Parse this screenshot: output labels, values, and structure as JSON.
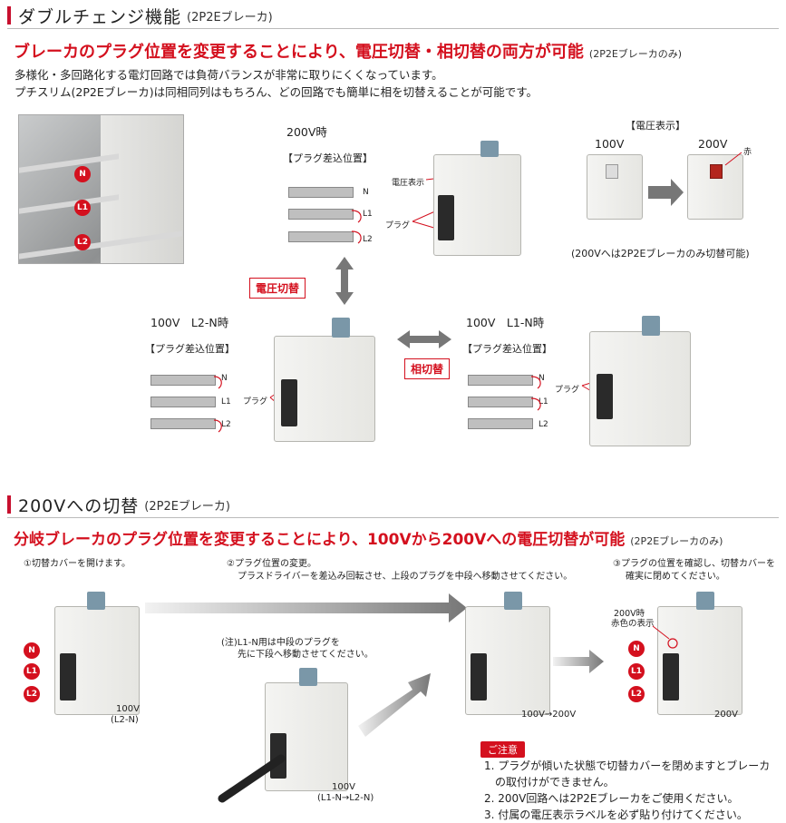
{
  "section1": {
    "title": "ダブルチェンジ機能",
    "subtitle": "(2P2Eブレーカ)",
    "headline": "ブレーカのプラグ位置を変更することにより、電圧切替・相切替の両方が可能",
    "headline_note": "(2P2Eブレーカのみ)",
    "desc_line1": "多様化・多回路化する電灯回路では負荷バランスが非常に取りにくくなっています。",
    "desc_line2": "プチスリム(2P2Eブレーカ)は同相同列はもちろん、どの回路でも簡単に相を切替えることが可能です。",
    "photo_labels": [
      "N",
      "L1",
      "L2"
    ],
    "v200": {
      "title": "200V時",
      "plug_pos": "【プラグ差込位置】",
      "rows": [
        "N",
        "L1",
        "L2"
      ],
      "plug_label": "プラグ",
      "voltage_display": "電圧表示"
    },
    "voltage_panel": {
      "title": "【電圧表示】",
      "left": "100V",
      "right": "200V",
      "red_label": "赤",
      "note": "(200Vへは2P2Eブレーカのみ切替可能)"
    },
    "switch_voltage": "電圧切替",
    "switch_phase": "相切替",
    "v100_l2n": {
      "title": "100V　L2-N時",
      "plug_pos": "【プラグ差込位置】",
      "rows": [
        "N",
        "L1",
        "L2"
      ],
      "plug_label": "プラグ"
    },
    "v100_l1n": {
      "title": "100V　L1-N時",
      "plug_pos": "【プラグ差込位置】",
      "rows": [
        "N",
        "L1",
        "L2"
      ],
      "plug_label": "プラグ"
    }
  },
  "section2": {
    "title": "200Vへの切替",
    "subtitle": "(2P2Eブレーカ)",
    "headline": "分岐ブレーカのプラグ位置を変更することにより、100Vから200Vへの電圧切替が可能",
    "headline_note": "(2P2Eブレーカのみ)",
    "step1": "①切替カバーを開けます。",
    "step2_line1": "②プラグ位置の変更。",
    "step2_line2": "プラスドライバーを差込み回転させ、上段のプラグを中段へ移動させてください。",
    "step3_line1": "③プラグの位置を確認し、切替カバーを",
    "step3_line2": "確実に閉めてください。",
    "note_l1n_line1": "(注)L1-N用は中段のプラグを",
    "note_l1n_line2": "先に下段へ移動させてください。",
    "badges": [
      "N",
      "L1",
      "L2"
    ],
    "cap1_line1": "100V",
    "cap1_line2": "(L2-N)",
    "cap2_line1": "100V",
    "cap2_line2": "(L1-N→L2-N)",
    "cap3": "100V→200V",
    "cap4": "200V",
    "red_display_line1": "200V時",
    "red_display_line2": "赤色の表示",
    "caution_tag": "ご注意",
    "cautions": [
      "1. プラグが傾いた状態で切替カバーを閉めますとブレーカ",
      "　の取付けができません。",
      "2. 200V回路へは2P2Eブレーカをご使用ください。",
      "3. 付属の電圧表示ラベルを必ず貼り付けてください。"
    ]
  },
  "colors": {
    "accent": "#d4101e",
    "bar": "#c8102e"
  }
}
